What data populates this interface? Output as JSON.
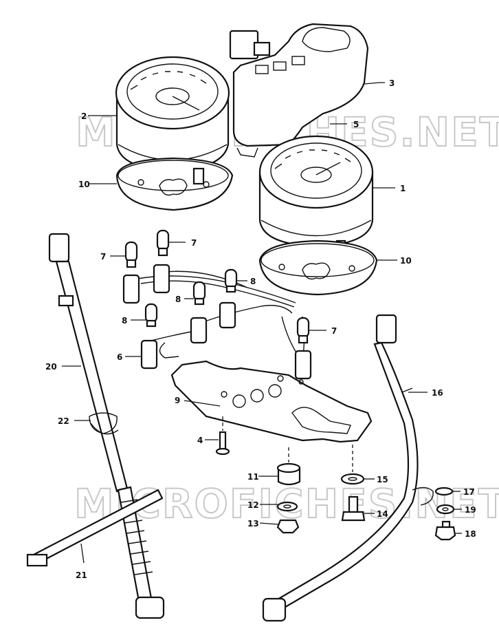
{
  "watermark": {
    "upper": "MICROFICHES.NET",
    "lower": "MICROFICHES.NET"
  },
  "parts": [
    {
      "id": "p1",
      "label": "1"
    },
    {
      "id": "p2",
      "label": "2"
    },
    {
      "id": "p3",
      "label": "3"
    },
    {
      "id": "p4",
      "label": "4"
    },
    {
      "id": "p5",
      "label": "5"
    },
    {
      "id": "p6",
      "label": "6"
    },
    {
      "id": "p7a",
      "label": "7"
    },
    {
      "id": "p7b",
      "label": "7"
    },
    {
      "id": "p7c",
      "label": "7"
    },
    {
      "id": "p8a",
      "label": "8"
    },
    {
      "id": "p8b",
      "label": "8"
    },
    {
      "id": "p8c",
      "label": "8"
    },
    {
      "id": "p9",
      "label": "9"
    },
    {
      "id": "p10a",
      "label": "10"
    },
    {
      "id": "p10b",
      "label": "10"
    },
    {
      "id": "p11",
      "label": "11"
    },
    {
      "id": "p12",
      "label": "12"
    },
    {
      "id": "p13",
      "label": "13"
    },
    {
      "id": "p14",
      "label": "14"
    },
    {
      "id": "p15",
      "label": "15"
    },
    {
      "id": "p16",
      "label": "16"
    },
    {
      "id": "p17",
      "label": "17"
    },
    {
      "id": "p18",
      "label": "18"
    },
    {
      "id": "p19",
      "label": "19"
    },
    {
      "id": "p20",
      "label": "20"
    },
    {
      "id": "p21",
      "label": "21"
    },
    {
      "id": "p22",
      "label": "22"
    }
  ]
}
